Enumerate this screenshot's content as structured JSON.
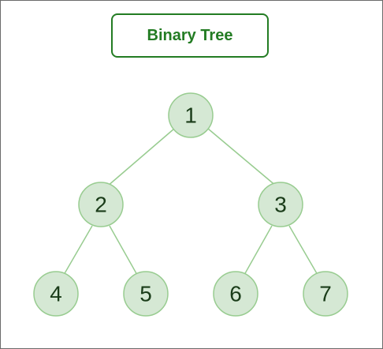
{
  "title": "Binary Tree",
  "colors": {
    "title_border": "#237c23",
    "title_text": "#237c23",
    "node_fill": "#d5e8d4",
    "node_stroke": "#98cc90",
    "node_text": "#1a3c19",
    "edge": "#98cc90"
  },
  "tree": {
    "nodes": [
      {
        "id": "n1",
        "label": "1"
      },
      {
        "id": "n2",
        "label": "2"
      },
      {
        "id": "n3",
        "label": "3"
      },
      {
        "id": "n4",
        "label": "4"
      },
      {
        "id": "n5",
        "label": "5"
      },
      {
        "id": "n6",
        "label": "6"
      },
      {
        "id": "n7",
        "label": "7"
      }
    ],
    "edges": [
      {
        "from": "n1",
        "to": "n2"
      },
      {
        "from": "n1",
        "to": "n3"
      },
      {
        "from": "n2",
        "to": "n4"
      },
      {
        "from": "n2",
        "to": "n5"
      },
      {
        "from": "n3",
        "to": "n6"
      },
      {
        "from": "n3",
        "to": "n7"
      }
    ]
  }
}
